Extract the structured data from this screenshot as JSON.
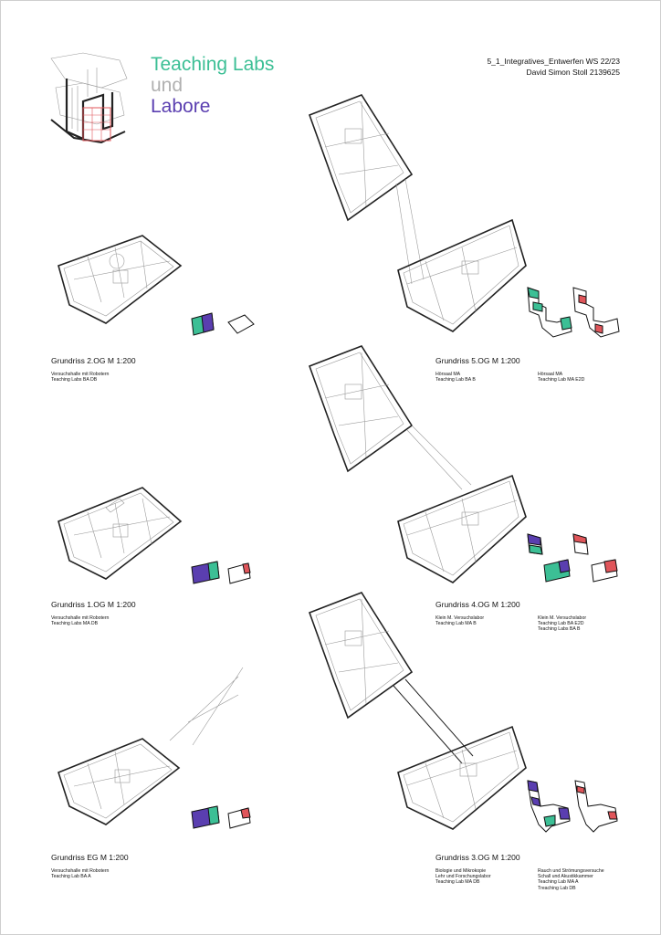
{
  "header": {
    "title_line1": "Teaching Labs",
    "title_line2": "und",
    "title_line3": "Labore",
    "course": "5_1_Integratives_Entwerfen  WS 22/23",
    "author": "David Simon Stoll 2139625"
  },
  "colors": {
    "teal": "#3cbf95",
    "grey": "#b0b0b0",
    "purple": "#5a3eb0",
    "red": "#e0555a"
  },
  "floors": {
    "og2": {
      "caption": "Grundriss 2.OG M 1:200",
      "notes": "Versuchshalle mit Robotern\nTeaching Labs BA DB"
    },
    "og1": {
      "caption": "Grundriss 1.OG M 1:200",
      "notes": "Versuchshalle mit Robotern\nTeaching Labs MA DB"
    },
    "eg": {
      "caption": "Grundriss EG M 1:200",
      "notes": "Versuchshalle mit Robotern\nTeaching Lab BA A"
    },
    "og5": {
      "caption": "Grundriss 5.OG M 1:200",
      "notes_left": "Hörsaal MA\nTeaching Lab BA B",
      "notes_right": "Hörsaal MA\nTeaching Lab MA E2D"
    },
    "og4": {
      "caption": "Grundriss 4.OG M 1:200",
      "notes_left": "Klein M. Versuchslabor\nTeaching Lab MA B",
      "notes_right": "Klein M. Versuchslabor\nTeaching Lab BA E2D\nTeaching Labs BA B"
    },
    "og3": {
      "caption": "Grundriss 3.OG M 1:200",
      "notes_left": "Biologie und Mikrokopie\nLehr und Forschungslabor\nTeaching Lab MA DB",
      "notes_right": "Rauch und Strömungsversuche\nSchall und Akustikkammer\nTeaching Lab MA A\nTreaching Lab DB"
    }
  }
}
